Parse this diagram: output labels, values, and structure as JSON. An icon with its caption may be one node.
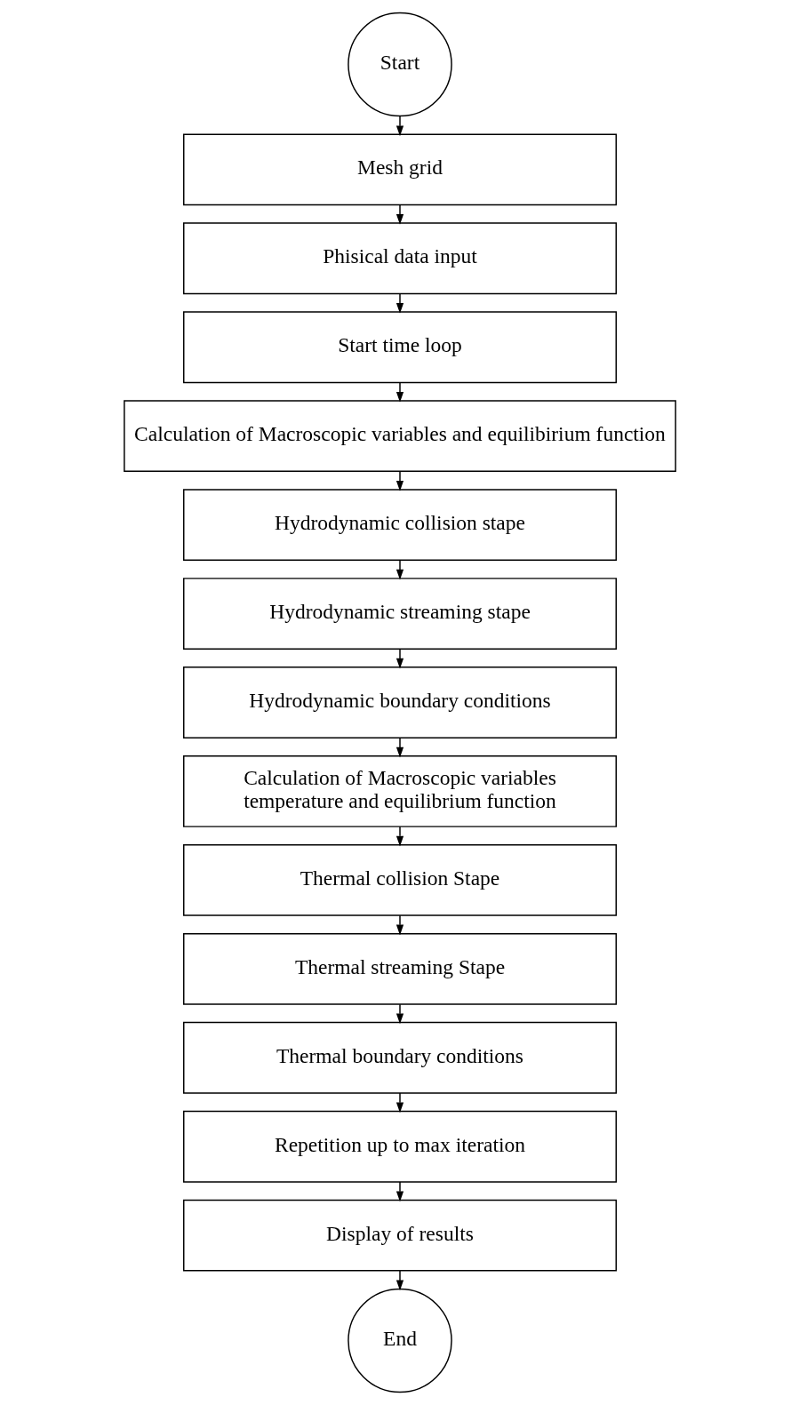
{
  "diagram": {
    "nodes": [
      {
        "text": [
          "Start"
        ]
      },
      {
        "text": [
          "Mesh grid"
        ]
      },
      {
        "text": [
          "Phisical data input"
        ]
      },
      {
        "text": [
          "Start time loop"
        ]
      },
      {
        "text": [
          "Calculation of Macroscopic variables and equilibirium function"
        ]
      },
      {
        "text": [
          "Hydrodynamic collision stape"
        ]
      },
      {
        "text": [
          "Hydrodynamic streaming stape"
        ]
      },
      {
        "text": [
          "Hydrodynamic boundary conditions"
        ]
      },
      {
        "text": [
          "Calculation of Macroscopic variables temperature and equilibrium function"
        ]
      },
      {
        "text": [
          "Thermal collision Stape"
        ]
      },
      {
        "text": [
          "Thermal streaming Stape"
        ]
      },
      {
        "text": [
          "Thermal boundary conditions"
        ]
      },
      {
        "text": [
          "Repetition up to max iteration"
        ]
      },
      {
        "text": [
          "Display of results"
        ]
      },
      {
        "text": [
          "End"
        ]
      }
    ],
    "edges": [
      {
        "from": 0,
        "to": 1,
        "arrow": "to"
      },
      {
        "from": 1,
        "to": 2,
        "arrow": "to"
      },
      {
        "from": 2,
        "to": 3,
        "arrow": "to"
      },
      {
        "from": 3,
        "to": 4,
        "arrow": "to"
      },
      {
        "from": 4,
        "to": 5,
        "arrow": "to"
      },
      {
        "from": 5,
        "to": 6,
        "arrow": "to"
      },
      {
        "from": 6,
        "to": 7,
        "arrow": "to"
      },
      {
        "from": 7,
        "to": 8,
        "arrow": "to"
      },
      {
        "from": 8,
        "to": 9,
        "arrow": "to"
      },
      {
        "from": 9,
        "to": 10,
        "arrow": "to"
      },
      {
        "from": 10,
        "to": 11,
        "arrow": "to"
      },
      {
        "from": 11,
        "to": 12,
        "arrow": "to"
      },
      {
        "from": 12,
        "to": 13,
        "arrow": "to"
      },
      {
        "from": 13,
        "to": 14,
        "arrow": "to"
      }
    ]
  }
}
